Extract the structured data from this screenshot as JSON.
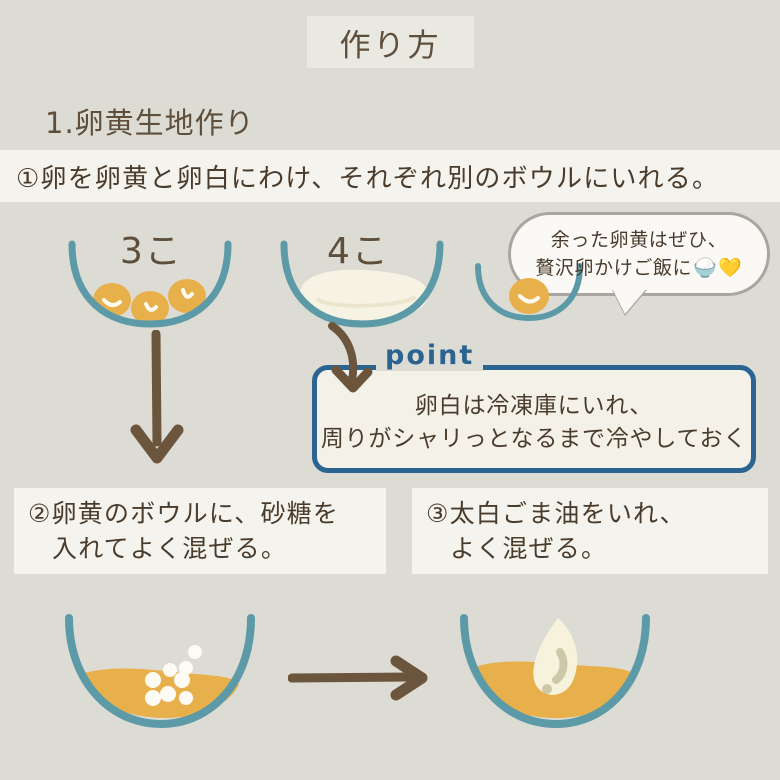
{
  "page": {
    "background_color": "#dcdcd4",
    "text_color": "#4a3c2c",
    "accent_blue": "#2c6491",
    "bowl_rim_color": "#5c9aa8",
    "yolk_color": "#e8b04b",
    "egg_white_color": "#f7f3e4",
    "arrow_color": "#6b553c"
  },
  "header": {
    "title": "作り方"
  },
  "section": {
    "heading": "1.卵黄生地作り"
  },
  "steps": {
    "step1": {
      "text": "①卵を卵黄と卵白にわけ、それぞれ別のボウルにいれる。"
    },
    "step2": {
      "line1": "②卵黄のボウルに、砂糖を",
      "line2": "入れてよく混ぜる。"
    },
    "step3": {
      "line1": "③太白ごま油をいれ、",
      "line2": "よく混ぜる。"
    }
  },
  "bowls": {
    "yolk_bowl_count": "3こ",
    "white_bowl_count": "4こ"
  },
  "bubble": {
    "line1": "余った卵黄はぜひ、",
    "line2": "贅沢卵かけご飯に",
    "emoji_rice": "🍚",
    "emoji_heart": "💛"
  },
  "point": {
    "label": "point",
    "line1": "卵白は冷凍庫にいれ、",
    "line2": "周りがシャリっとなるまで冷やしておく"
  },
  "icons": {
    "down_arrow": "arrow-down",
    "right_arrow": "arrow-right",
    "curved_arrow": "arrow-curved-down-right"
  }
}
